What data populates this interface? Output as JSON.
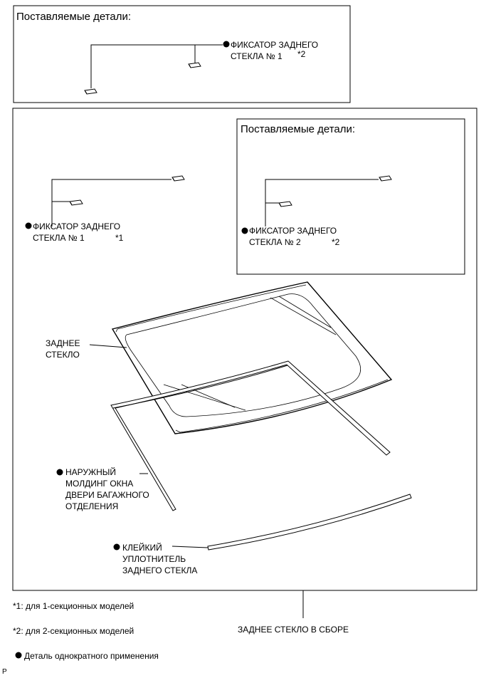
{
  "top_box": {
    "header": "Поставляемые детали:",
    "part": {
      "line1": "ФИКСАТОР ЗАДНЕГО",
      "line2": "СТЕКЛА № 1",
      "ref": "*2"
    }
  },
  "main": {
    "left_part": {
      "line1": "ФИКСАТОР ЗАДНЕГО",
      "line2": "СТЕКЛА № 1",
      "ref": "*1"
    },
    "inner_box": {
      "header": "Поставляемые детали:",
      "part": {
        "line1": "ФИКСАТОР ЗАДНЕГО",
        "line2": "СТЕКЛА № 2",
        "ref": "*2"
      }
    },
    "rear_glass": {
      "line1": "ЗАДНЕЕ",
      "line2": "СТЕКЛО"
    },
    "molding": {
      "line1": "НАРУЖНЫЙ",
      "line2": "МОЛДИНГ ОКНА",
      "line3": "ДВЕРИ БАГАЖНОГО",
      "line4": "ОТДЕЛЕНИЯ"
    },
    "dam": {
      "line1": "КЛЕЙКИЙ",
      "line2": "УПЛОТНИТЕЛЬ",
      "line3": "ЗАДНЕГО СТЕКЛА"
    }
  },
  "assembly_label": "ЗАДНЕЕ СТЕКЛО В СБОРЕ",
  "footnotes": {
    "note1": "*1:  для 1-секционных моделей",
    "note2": "*2:  для 2-секционных моделей",
    "legend": "Деталь однократного применения"
  },
  "corner_code": "P"
}
